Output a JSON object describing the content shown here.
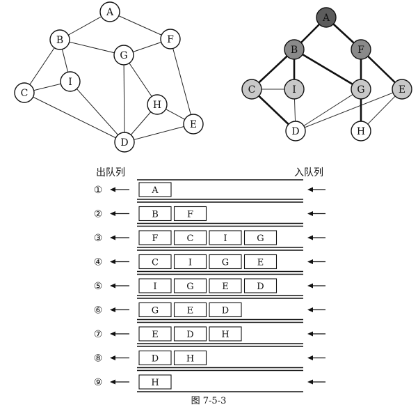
{
  "graph_left": {
    "nodes": [
      "A",
      "B",
      "F",
      "G",
      "I",
      "C",
      "H",
      "E",
      "D"
    ],
    "edges": [
      [
        "A",
        "B"
      ],
      [
        "A",
        "F"
      ],
      [
        "B",
        "G"
      ],
      [
        "B",
        "I"
      ],
      [
        "B",
        "C"
      ],
      [
        "F",
        "G"
      ],
      [
        "F",
        "E"
      ],
      [
        "C",
        "I"
      ],
      [
        "C",
        "D"
      ],
      [
        "I",
        "D"
      ],
      [
        "G",
        "D"
      ],
      [
        "G",
        "H"
      ],
      [
        "H",
        "D"
      ],
      [
        "H",
        "E"
      ],
      [
        "E",
        "D"
      ]
    ]
  },
  "graph_right": {
    "nodes": [
      {
        "id": "A",
        "fill": "#5c5c5c"
      },
      {
        "id": "B",
        "fill": "#8a8a8a"
      },
      {
        "id": "F",
        "fill": "#8a8a8a"
      },
      {
        "id": "C",
        "fill": "#c8c8c8"
      },
      {
        "id": "I",
        "fill": "#c8c8c8"
      },
      {
        "id": "G",
        "fill": "#c8c8c8"
      },
      {
        "id": "E",
        "fill": "#c8c8c8"
      },
      {
        "id": "D",
        "fill": "#ffffff"
      },
      {
        "id": "H",
        "fill": "#ffffff"
      }
    ],
    "tree_edges": [
      [
        "A",
        "B"
      ],
      [
        "A",
        "F"
      ],
      [
        "B",
        "C"
      ],
      [
        "B",
        "I"
      ],
      [
        "B",
        "G"
      ],
      [
        "F",
        "G"
      ],
      [
        "F",
        "E"
      ],
      [
        "C",
        "D"
      ],
      [
        "G",
        "H"
      ]
    ],
    "other_edges": [
      [
        "C",
        "I"
      ],
      [
        "I",
        "D"
      ],
      [
        "G",
        "D"
      ],
      [
        "E",
        "D"
      ],
      [
        "E",
        "H"
      ],
      [
        "F",
        "G"
      ]
    ]
  },
  "queue": {
    "out_label": "出队列",
    "in_label": "入队列",
    "steps": [
      {
        "label": "①",
        "items": [
          "A"
        ]
      },
      {
        "label": "②",
        "items": [
          "B",
          "F"
        ]
      },
      {
        "label": "③",
        "items": [
          "F",
          "C",
          "I",
          "G"
        ]
      },
      {
        "label": "④",
        "items": [
          "C",
          "I",
          "G",
          "E"
        ]
      },
      {
        "label": "⑤",
        "items": [
          "I",
          "G",
          "E",
          "D"
        ]
      },
      {
        "label": "⑥",
        "items": [
          "G",
          "E",
          "D"
        ]
      },
      {
        "label": "⑦",
        "items": [
          "E",
          "D",
          "H"
        ]
      },
      {
        "label": "⑧",
        "items": [
          "D",
          "H"
        ]
      },
      {
        "label": "⑨",
        "items": [
          "H"
        ]
      }
    ]
  },
  "caption": "图 7-5-3"
}
